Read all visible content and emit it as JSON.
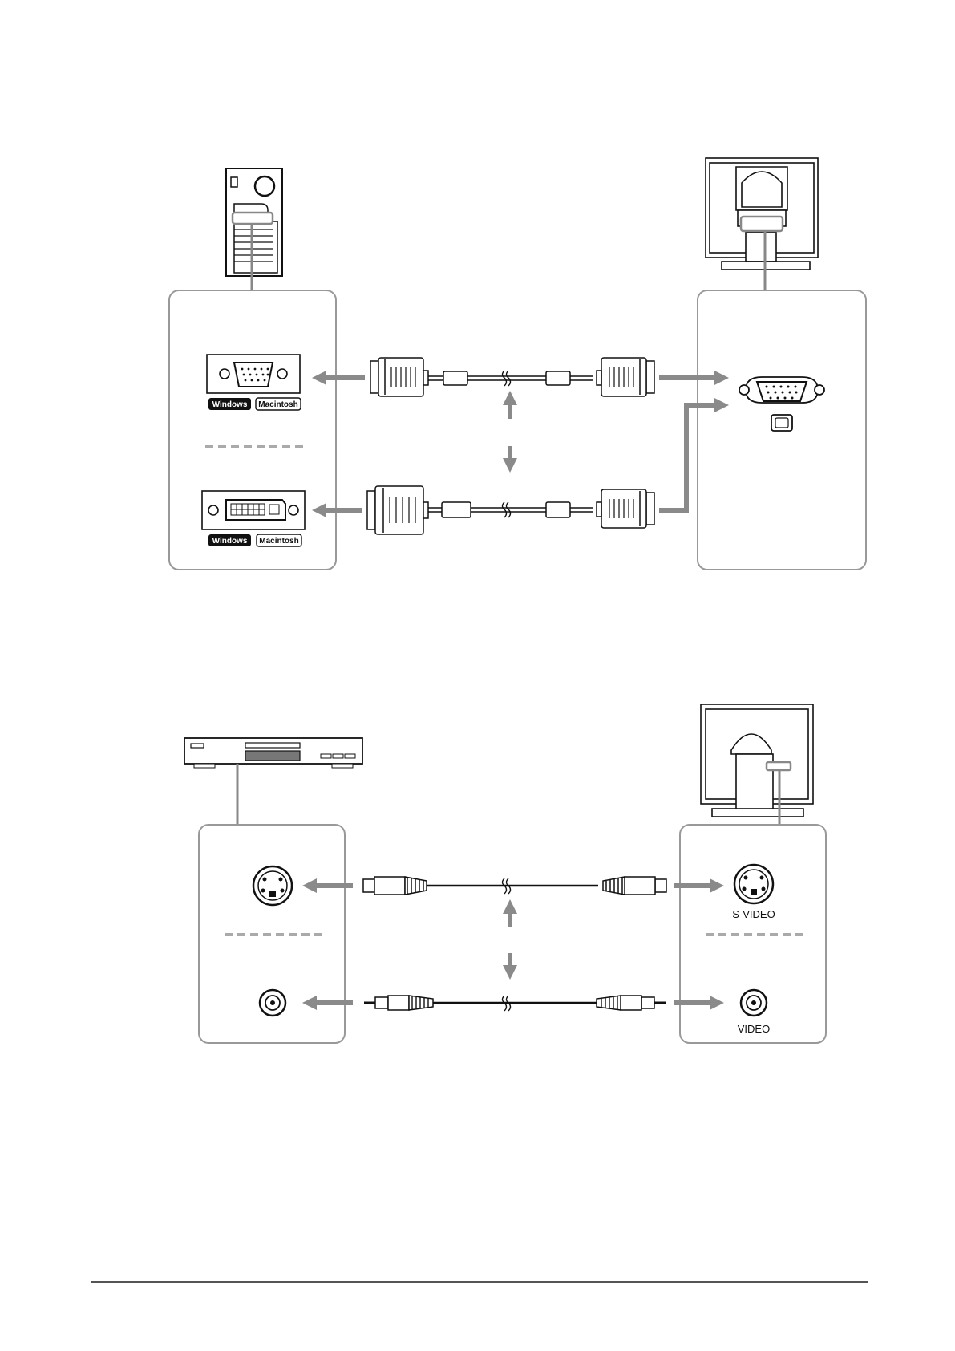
{
  "pc_section": {
    "upper_port_labels": {
      "windows": "Windows",
      "macintosh": "Macintosh"
    },
    "lower_port_labels": {
      "windows": "Windows",
      "macintosh": "Macintosh"
    }
  },
  "video_section": {
    "monitor_port_labels": {
      "s_video": "S-VIDEO",
      "video": "VIDEO"
    }
  }
}
